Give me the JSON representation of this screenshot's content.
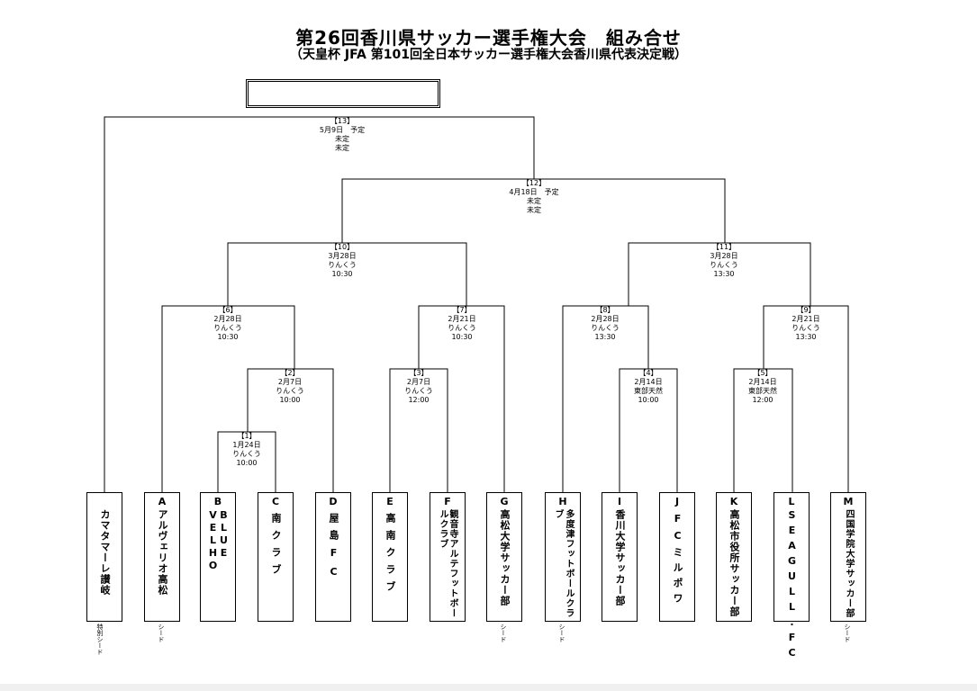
{
  "header": {
    "title": "第26回香川県サッカー選手権大会　組み合せ",
    "subtitle": "（天皇杯 JFA 第101回全日本サッカー選手権大会香川県代表決定戦）"
  },
  "matches": [
    {
      "no": "【1】",
      "date": "1月24日",
      "venue": "りんくう",
      "time": "10:00"
    },
    {
      "no": "【2】",
      "date": "2月7日",
      "venue": "りんくう",
      "time": "10:00"
    },
    {
      "no": "【3】",
      "date": "2月7日",
      "venue": "りんくう",
      "time": "12:00"
    },
    {
      "no": "【4】",
      "date": "2月14日",
      "venue": "東部天然",
      "time": "10:00"
    },
    {
      "no": "【5】",
      "date": "2月14日",
      "venue": "東部天然",
      "time": "12:00"
    },
    {
      "no": "【6】",
      "date": "2月28日",
      "venue": "りんくう",
      "time": "10:30"
    },
    {
      "no": "【7】",
      "date": "2月21日",
      "venue": "りんくう",
      "time": "10:30"
    },
    {
      "no": "【8】",
      "date": "2月28日",
      "venue": "りんくう",
      "time": "13:30"
    },
    {
      "no": "【9】",
      "date": "2月21日",
      "venue": "りんくう",
      "time": "13:30"
    },
    {
      "no": "【10】",
      "date": "3月28日",
      "venue": "りんくう",
      "time": "10:30"
    },
    {
      "no": "【11】",
      "date": "3月28日",
      "venue": "りんくう",
      "time": "13:30"
    },
    {
      "no": "【12】",
      "date": "4月18日　予定",
      "venue": "未定",
      "time": "未定"
    },
    {
      "no": "【13】",
      "date": "5月9日　予定",
      "venue": "未定",
      "time": "未定"
    }
  ],
  "teams": [
    {
      "letter": "",
      "name": "カマタマーレ讃岐",
      "note": "特別シード"
    },
    {
      "letter": "A",
      "name": "アルヴェリオ高松",
      "note": "シード"
    },
    {
      "letter": "B",
      "name": "BLUE VELHO",
      "note": ""
    },
    {
      "letter": "C",
      "name": "南クラブ",
      "note": ""
    },
    {
      "letter": "D",
      "name": "屋島FC",
      "note": ""
    },
    {
      "letter": "E",
      "name": "高南クラブ",
      "note": ""
    },
    {
      "letter": "F",
      "name": "観音寺アルテフットボールクラブ",
      "note": ""
    },
    {
      "letter": "G",
      "name": "高松大学サッカー部",
      "note": "シード"
    },
    {
      "letter": "H",
      "name": "多度津フットボールクラブ",
      "note": "シード"
    },
    {
      "letter": "I",
      "name": "香川大学サッカー部",
      "note": ""
    },
    {
      "letter": "J",
      "name": "FCミルポワ",
      "note": ""
    },
    {
      "letter": "K",
      "name": "高松市役所サッカー部",
      "note": ""
    },
    {
      "letter": "L",
      "name": "SEAGULL.FC",
      "note": ""
    },
    {
      "letter": "M",
      "name": "四国学院大学サッカー部",
      "note": "シード"
    }
  ]
}
